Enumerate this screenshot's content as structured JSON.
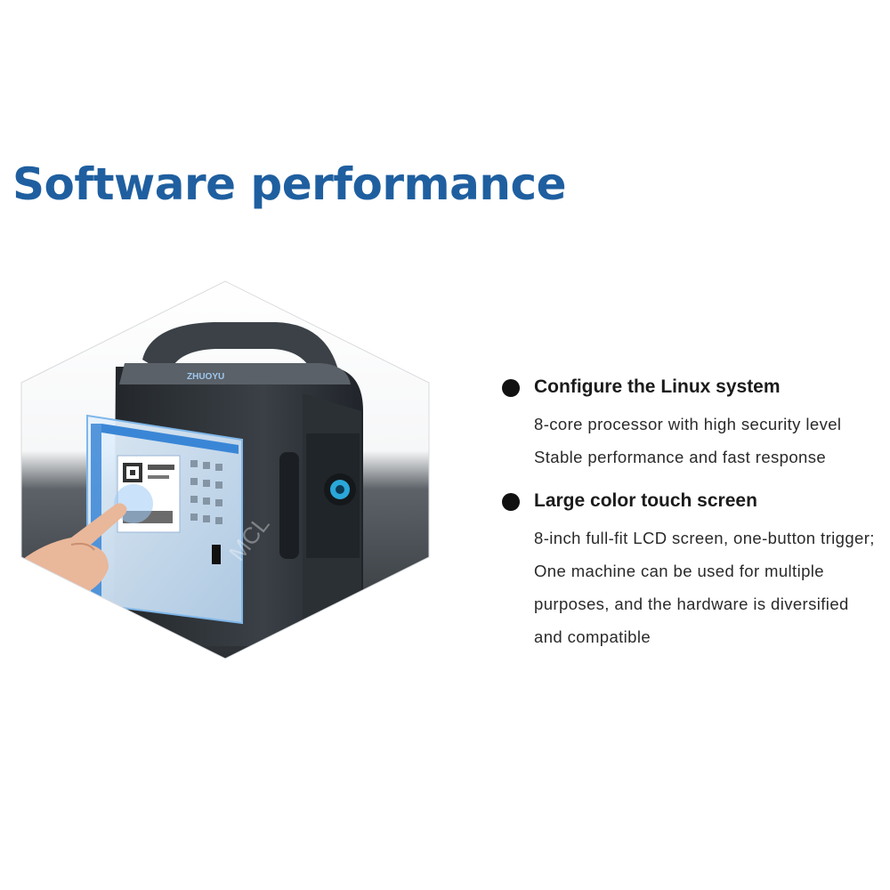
{
  "title": "Software performance",
  "hero": {
    "brand_label": "ZHUOYU",
    "watermark": "MCL",
    "colors": {
      "accent": "#1f5fa0",
      "screen_blue": "#3a86d6",
      "device_body": "#2c3136"
    }
  },
  "features": [
    {
      "title": "Configure the Linux system",
      "description": "8-core processor with high security level Stable performance and fast response"
    },
    {
      "title": "Large color touch screen",
      "description": "8-inch full-fit LCD screen, one-button trigger; One machine can be used for multiple purposes, and the hardware is diversified and compatible"
    }
  ]
}
